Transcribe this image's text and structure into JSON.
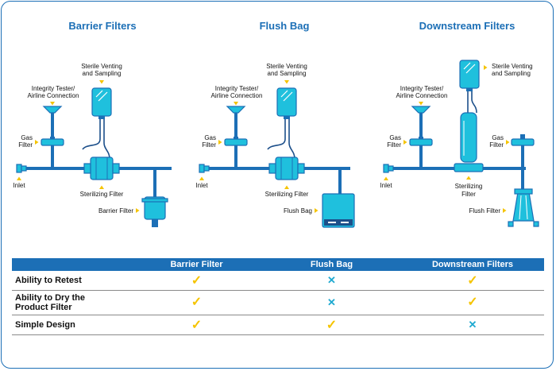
{
  "sections": [
    {
      "title": "Barrier Filters",
      "labels": {
        "sterile": [
          "Sterile Venting",
          "and Sampling"
        ],
        "integrity": [
          "Integrity Tester/",
          "Airline Connection"
        ],
        "gas": [
          "Gas",
          "Filter"
        ],
        "inlet": "Inlet",
        "sterilizing": "Sterilizing Filter",
        "end": "Barrier Filter"
      }
    },
    {
      "title": "Flush Bag",
      "labels": {
        "sterile": [
          "Sterile Venting",
          "and Sampling"
        ],
        "integrity": [
          "Integrity Tester/",
          "Airline Connection"
        ],
        "gas": [
          "Gas",
          "Filter"
        ],
        "inlet": "Inlet",
        "sterilizing": "Sterilizing Filter",
        "end": "Flush Bag"
      }
    },
    {
      "title": "Downstream Filters",
      "labels": {
        "sterile": [
          "Sterile Venting",
          "and Sampling"
        ],
        "integrity": [
          "Integrity Tester/",
          "Airline Connection"
        ],
        "gas": [
          "Gas",
          "Filter"
        ],
        "inlet": "Inlet",
        "sterilizing": [
          "Sterilizing",
          "Filter"
        ],
        "gas2": [
          "Gas",
          "Filter"
        ],
        "end": "Flush Filter"
      }
    }
  ],
  "table": {
    "headers": [
      "",
      "Barrier Filter",
      "Flush Bag",
      "Downstream Filters"
    ],
    "rows": [
      {
        "label": "Ability to Retest",
        "marks": [
          "check",
          "cross",
          "check"
        ]
      },
      {
        "label_lines": [
          "Ability to Dry the",
          "Product Filter"
        ],
        "marks": [
          "check",
          "cross",
          "check"
        ]
      },
      {
        "label": "Simple Design",
        "marks": [
          "check",
          "check",
          "cross"
        ]
      }
    ]
  },
  "symbols": {
    "check": "✓",
    "cross": "✕"
  },
  "colors": {
    "brand_blue": "#1c6fb6",
    "component_cyan": "#1fc0dd",
    "arrow_yellow": "#f5c400"
  }
}
